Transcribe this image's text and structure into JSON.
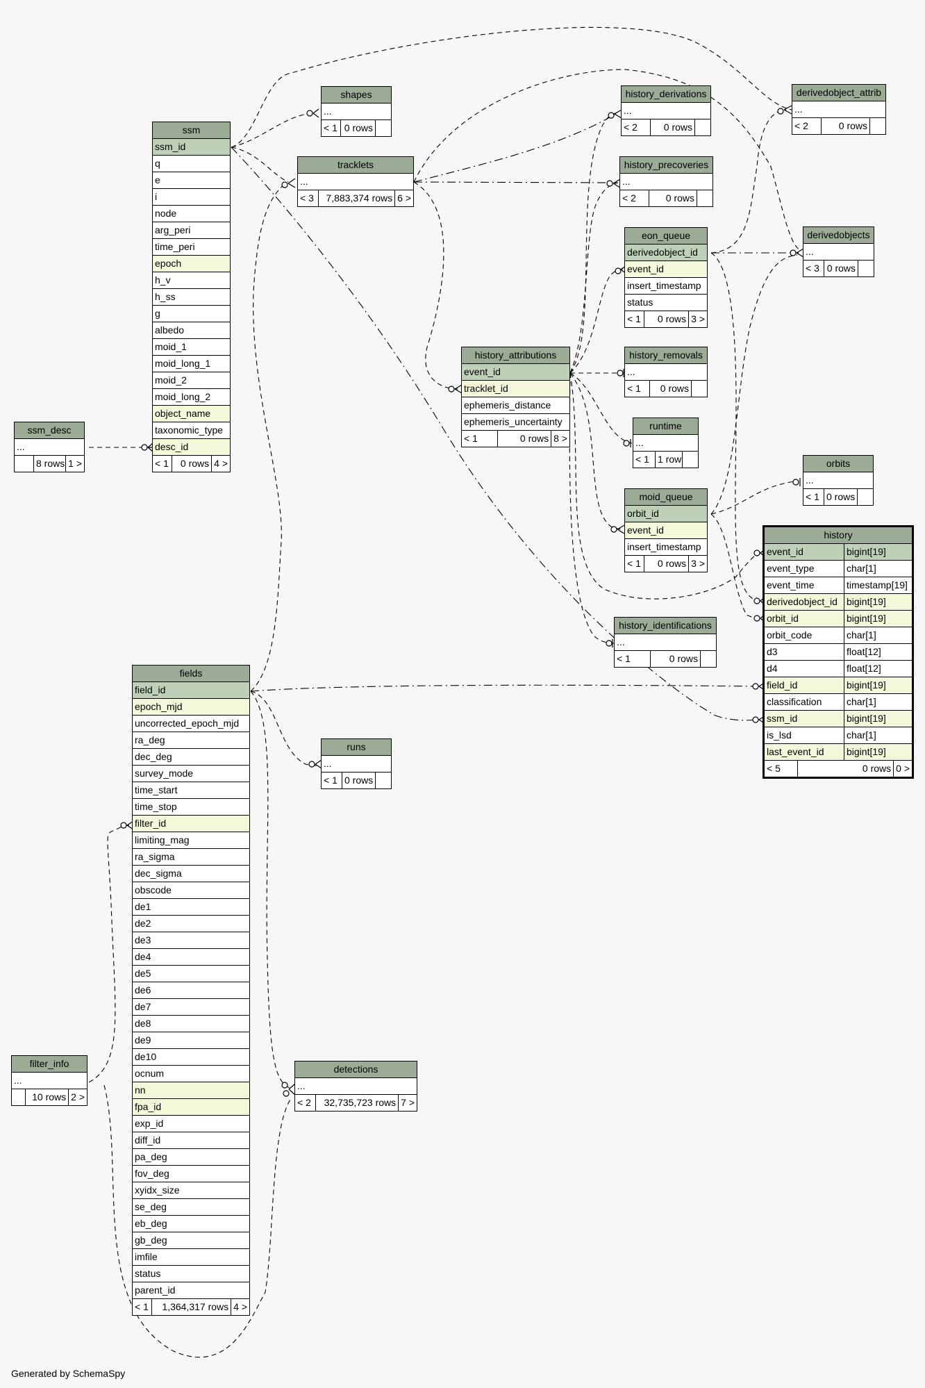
{
  "footer_label": "Generated by SchemaSpy",
  "colors": {
    "header": "#9bab96",
    "primary_key": "#bed1b8",
    "foreign_key": "#f4f7da",
    "background": "#f7f7f7"
  },
  "tables": [
    {
      "id": "ssm",
      "title": "ssm",
      "rows": [
        {
          "name": "ssm_id",
          "kind": "pk"
        },
        {
          "name": "q"
        },
        {
          "name": "e"
        },
        {
          "name": "i"
        },
        {
          "name": "node"
        },
        {
          "name": "arg_peri"
        },
        {
          "name": "time_peri"
        },
        {
          "name": "epoch",
          "kind": "fk"
        },
        {
          "name": "h_v"
        },
        {
          "name": "h_ss"
        },
        {
          "name": "g"
        },
        {
          "name": "albedo"
        },
        {
          "name": "moid_1"
        },
        {
          "name": "moid_long_1"
        },
        {
          "name": "moid_2"
        },
        {
          "name": "moid_long_2"
        },
        {
          "name": "object_name",
          "kind": "fk"
        },
        {
          "name": "taxonomic_type"
        },
        {
          "name": "desc_id",
          "kind": "fk"
        }
      ],
      "footer": [
        "< 1",
        "0 rows",
        "4 >"
      ]
    },
    {
      "id": "ssm_desc",
      "title": "ssm_desc",
      "rows": [
        {
          "name": "..."
        }
      ],
      "footer": [
        "",
        "8 rows",
        "1 >"
      ]
    },
    {
      "id": "shapes",
      "title": "shapes",
      "rows": [
        {
          "name": "..."
        }
      ],
      "footer": [
        "< 1",
        "0 rows",
        ""
      ]
    },
    {
      "id": "tracklets",
      "title": "tracklets",
      "rows": [
        {
          "name": "..."
        }
      ],
      "footer": [
        "< 3",
        "7,883,374 rows",
        "6 >"
      ]
    },
    {
      "id": "history_derivations",
      "title": "history_derivations",
      "rows": [
        {
          "name": "..."
        }
      ],
      "footer": [
        "< 2",
        "0 rows",
        ""
      ]
    },
    {
      "id": "history_precoveries",
      "title": "history_precoveries",
      "rows": [
        {
          "name": "..."
        }
      ],
      "footer": [
        "< 2",
        "0 rows",
        ""
      ]
    },
    {
      "id": "derivedobject_attrib",
      "title": "derivedobject_attrib",
      "rows": [
        {
          "name": "..."
        }
      ],
      "footer": [
        "< 2",
        "0 rows",
        ""
      ]
    },
    {
      "id": "eon_queue",
      "title": "eon_queue",
      "rows": [
        {
          "name": "derivedobject_id",
          "kind": "pk"
        },
        {
          "name": "event_id",
          "kind": "fk"
        },
        {
          "name": "insert_timestamp"
        },
        {
          "name": "status"
        }
      ],
      "footer": [
        "< 1",
        "0 rows",
        "3 >"
      ]
    },
    {
      "id": "derivedobjects",
      "title": "derivedobjects",
      "rows": [
        {
          "name": "..."
        }
      ],
      "footer": [
        "< 3",
        "0 rows",
        ""
      ]
    },
    {
      "id": "history_attributions",
      "title": "history_attributions",
      "rows": [
        {
          "name": "event_id",
          "kind": "pk"
        },
        {
          "name": "tracklet_id",
          "kind": "fk"
        },
        {
          "name": "ephemeris_distance"
        },
        {
          "name": "ephemeris_uncertainty"
        }
      ],
      "footer": [
        "< 1",
        "0 rows",
        "8 >"
      ]
    },
    {
      "id": "history_removals",
      "title": "history_removals",
      "rows": [
        {
          "name": "..."
        }
      ],
      "footer": [
        "< 1",
        "0 rows",
        ""
      ]
    },
    {
      "id": "runtime",
      "title": "runtime",
      "rows": [
        {
          "name": "..."
        }
      ],
      "footer": [
        "< 1",
        "1 row",
        ""
      ]
    },
    {
      "id": "orbits",
      "title": "orbits",
      "rows": [
        {
          "name": "..."
        }
      ],
      "footer": [
        "< 1",
        "0 rows",
        ""
      ]
    },
    {
      "id": "moid_queue",
      "title": "moid_queue",
      "rows": [
        {
          "name": "orbit_id",
          "kind": "pk"
        },
        {
          "name": "event_id",
          "kind": "fk"
        },
        {
          "name": "insert_timestamp"
        }
      ],
      "footer": [
        "< 1",
        "0 rows",
        "3 >"
      ]
    },
    {
      "id": "history",
      "title": "history",
      "focus": true,
      "rows": [
        {
          "name": "event_id",
          "type": "bigint[19]",
          "kind": "pk"
        },
        {
          "name": "event_type",
          "type": "char[1]"
        },
        {
          "name": "event_time",
          "type": "timestamp[19]"
        },
        {
          "name": "derivedobject_id",
          "type": "bigint[19]",
          "kind": "fk"
        },
        {
          "name": "orbit_id",
          "type": "bigint[19]",
          "kind": "fk"
        },
        {
          "name": "orbit_code",
          "type": "char[1]"
        },
        {
          "name": "d3",
          "type": "float[12]"
        },
        {
          "name": "d4",
          "type": "float[12]"
        },
        {
          "name": "field_id",
          "type": "bigint[19]",
          "kind": "fk"
        },
        {
          "name": "classification",
          "type": "char[1]"
        },
        {
          "name": "ssm_id",
          "type": "bigint[19]",
          "kind": "fk"
        },
        {
          "name": "is_lsd",
          "type": "char[1]"
        },
        {
          "name": "last_event_id",
          "type": "bigint[19]",
          "kind": "fk"
        }
      ],
      "footer": [
        "< 5",
        "0 rows",
        "0 >"
      ]
    },
    {
      "id": "history_identifications",
      "title": "history_identifications",
      "rows": [
        {
          "name": "..."
        }
      ],
      "footer": [
        "< 1",
        "0 rows",
        ""
      ]
    },
    {
      "id": "fields",
      "title": "fields",
      "rows": [
        {
          "name": "field_id",
          "kind": "pk"
        },
        {
          "name": "epoch_mjd",
          "kind": "fk"
        },
        {
          "name": "uncorrected_epoch_mjd"
        },
        {
          "name": "ra_deg"
        },
        {
          "name": "dec_deg"
        },
        {
          "name": "survey_mode"
        },
        {
          "name": "time_start"
        },
        {
          "name": "time_stop"
        },
        {
          "name": "filter_id",
          "kind": "fk"
        },
        {
          "name": "limiting_mag"
        },
        {
          "name": "ra_sigma"
        },
        {
          "name": "dec_sigma"
        },
        {
          "name": "obscode"
        },
        {
          "name": "de1"
        },
        {
          "name": "de2"
        },
        {
          "name": "de3"
        },
        {
          "name": "de4"
        },
        {
          "name": "de5"
        },
        {
          "name": "de6"
        },
        {
          "name": "de7"
        },
        {
          "name": "de8"
        },
        {
          "name": "de9"
        },
        {
          "name": "de10"
        },
        {
          "name": "ocnum"
        },
        {
          "name": "nn",
          "kind": "fk"
        },
        {
          "name": "fpa_id",
          "kind": "fk"
        },
        {
          "name": "exp_id"
        },
        {
          "name": "diff_id"
        },
        {
          "name": "pa_deg"
        },
        {
          "name": "fov_deg"
        },
        {
          "name": "xyidx_size"
        },
        {
          "name": "se_deg"
        },
        {
          "name": "eb_deg"
        },
        {
          "name": "gb_deg"
        },
        {
          "name": "imfile"
        },
        {
          "name": "status"
        },
        {
          "name": "parent_id"
        }
      ],
      "footer": [
        "< 1",
        "1,364,317 rows",
        "4 >"
      ]
    },
    {
      "id": "runs",
      "title": "runs",
      "rows": [
        {
          "name": "..."
        }
      ],
      "footer": [
        "< 1",
        "0 rows",
        ""
      ]
    },
    {
      "id": "filter_info",
      "title": "filter_info",
      "rows": [
        {
          "name": "..."
        }
      ],
      "footer": [
        "",
        "10 rows",
        "2 >"
      ]
    },
    {
      "id": "detections",
      "title": "detections",
      "rows": [
        {
          "name": "..."
        }
      ],
      "footer": [
        "< 2",
        "32,735,723 rows",
        "7 >"
      ]
    }
  ],
  "relationships": [
    {
      "from": "ssm",
      "to": "shapes",
      "style": "dashed"
    },
    {
      "from": "ssm",
      "to": "tracklets",
      "style": "dashed"
    },
    {
      "from": "ssm",
      "to": "derivedobject_attrib",
      "style": "dashed"
    },
    {
      "from": "ssm",
      "to": "history",
      "style": "dashdot"
    },
    {
      "from": "ssm_desc",
      "to": "ssm",
      "style": "dashed"
    },
    {
      "from": "tracklets",
      "to": "history_derivations",
      "style": "dashdot"
    },
    {
      "from": "tracklets",
      "to": "history_precoveries",
      "style": "dashdot"
    },
    {
      "from": "tracklets",
      "to": "derivedobjects",
      "style": "dashed"
    },
    {
      "from": "tracklets",
      "to": "history_attributions",
      "style": "dashed"
    },
    {
      "from": "history_attributions",
      "to": "history_derivations",
      "style": "dashed"
    },
    {
      "from": "history_attributions",
      "to": "history_precoveries",
      "style": "dashed"
    },
    {
      "from": "history_attributions",
      "to": "eon_queue",
      "style": "dashed"
    },
    {
      "from": "history_attributions",
      "to": "history_removals",
      "style": "dashed"
    },
    {
      "from": "history_attributions",
      "to": "runtime",
      "style": "dashed"
    },
    {
      "from": "history_attributions",
      "to": "moid_queue",
      "style": "dashed"
    },
    {
      "from": "history_attributions",
      "to": "history_identifications",
      "style": "dashed"
    },
    {
      "from": "history_attributions",
      "to": "history",
      "style": "dashed"
    },
    {
      "from": "eon_queue",
      "to": "derivedobject_attrib",
      "style": "dashed"
    },
    {
      "from": "eon_queue",
      "to": "derivedobjects",
      "style": "dashdot"
    },
    {
      "from": "eon_queue",
      "to": "history",
      "style": "dashed"
    },
    {
      "from": "moid_queue",
      "to": "orbits",
      "style": "dashed"
    },
    {
      "from": "moid_queue",
      "to": "derivedobjects",
      "style": "dashed"
    },
    {
      "from": "moid_queue",
      "to": "history",
      "style": "dashed"
    },
    {
      "from": "fields",
      "to": "tracklets",
      "style": "dashed"
    },
    {
      "from": "fields",
      "to": "runs",
      "style": "dashed"
    },
    {
      "from": "fields",
      "to": "detections",
      "style": "dashed"
    },
    {
      "from": "fields",
      "to": "history",
      "style": "dashdot"
    },
    {
      "from": "filter_info",
      "to": "fields",
      "style": "dashed"
    },
    {
      "from": "filter_info",
      "to": "detections",
      "style": "dashed"
    }
  ]
}
